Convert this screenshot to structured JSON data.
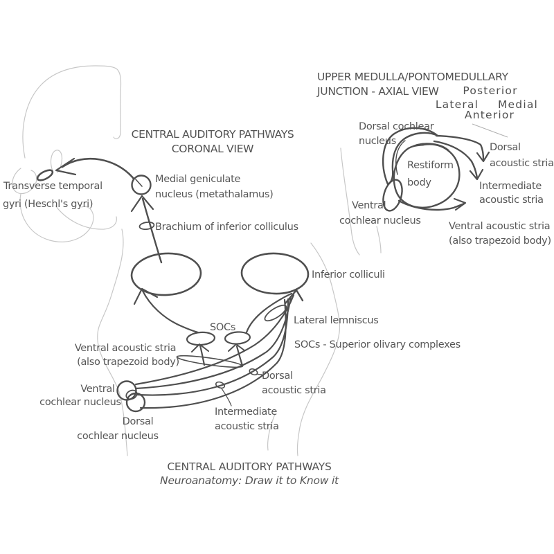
{
  "coronal": {
    "title1": "CENTRAL AUDITORY PATHWAYS",
    "title2": "CORONAL VIEW",
    "labels": {
      "transverse_temporal": [
        "Transverse temporal",
        "gyri (Heschl's gyri)"
      ],
      "medial_geniculate": [
        "Medial geniculate",
        "nucleus (metathalamus)"
      ],
      "brachium": "Brachium of inferior colliculus",
      "inferior_colliculi": "Inferior colliculi",
      "socs": "SOCs",
      "lateral_lemniscus": "Lateral lemniscus",
      "socs_legend": "SOCs - Superior olivary complexes",
      "ventral_acoustic_stria": [
        "Ventral acoustic stria",
        "(also trapezoid body)"
      ],
      "ventral_cochlear_nucleus": [
        "Ventral",
        "cochlear nucleus"
      ],
      "dorsal_cochlear_nucleus": [
        "Dorsal",
        "cochlear nucleus"
      ],
      "dorsal_acoustic_stria": [
        "Dorsal",
        "acoustic stria"
      ],
      "intermediate_acoustic_stria": [
        "Intermediate",
        "acoustic stria"
      ]
    }
  },
  "axial": {
    "title1": "UPPER MEDULLA/PONTOMEDULLARY",
    "title2": "JUNCTION - AXIAL VIEW",
    "compass": {
      "top": "Posterior",
      "left": "Lateral",
      "right": "Medial",
      "bottom": "Anterior"
    },
    "labels": {
      "dorsal_cochlear_nucleus": [
        "Dorsal cochlear",
        "nucleus"
      ],
      "restiform_body": [
        "Restiform",
        "body"
      ],
      "ventral_cochlear_nucleus": [
        "Ventral",
        "cochlear nucleus"
      ],
      "dorsal_acoustic_stria": [
        "Dorsal",
        "acoustic stria"
      ],
      "intermediate_acoustic_stria": [
        "Intermediate",
        "acoustic stria"
      ],
      "ventral_acoustic_stria": [
        "Ventral acoustic stria",
        "(also trapezoid body)"
      ]
    }
  },
  "footer": {
    "line1": "CENTRAL AUDITORY PATHWAYS",
    "line2": "Neuroanatomy: Draw it to Know it"
  },
  "colors": {
    "ink": "#4f4f4f",
    "text": "#565656",
    "faint": "#c7c7c7",
    "background": "#ffffff"
  }
}
